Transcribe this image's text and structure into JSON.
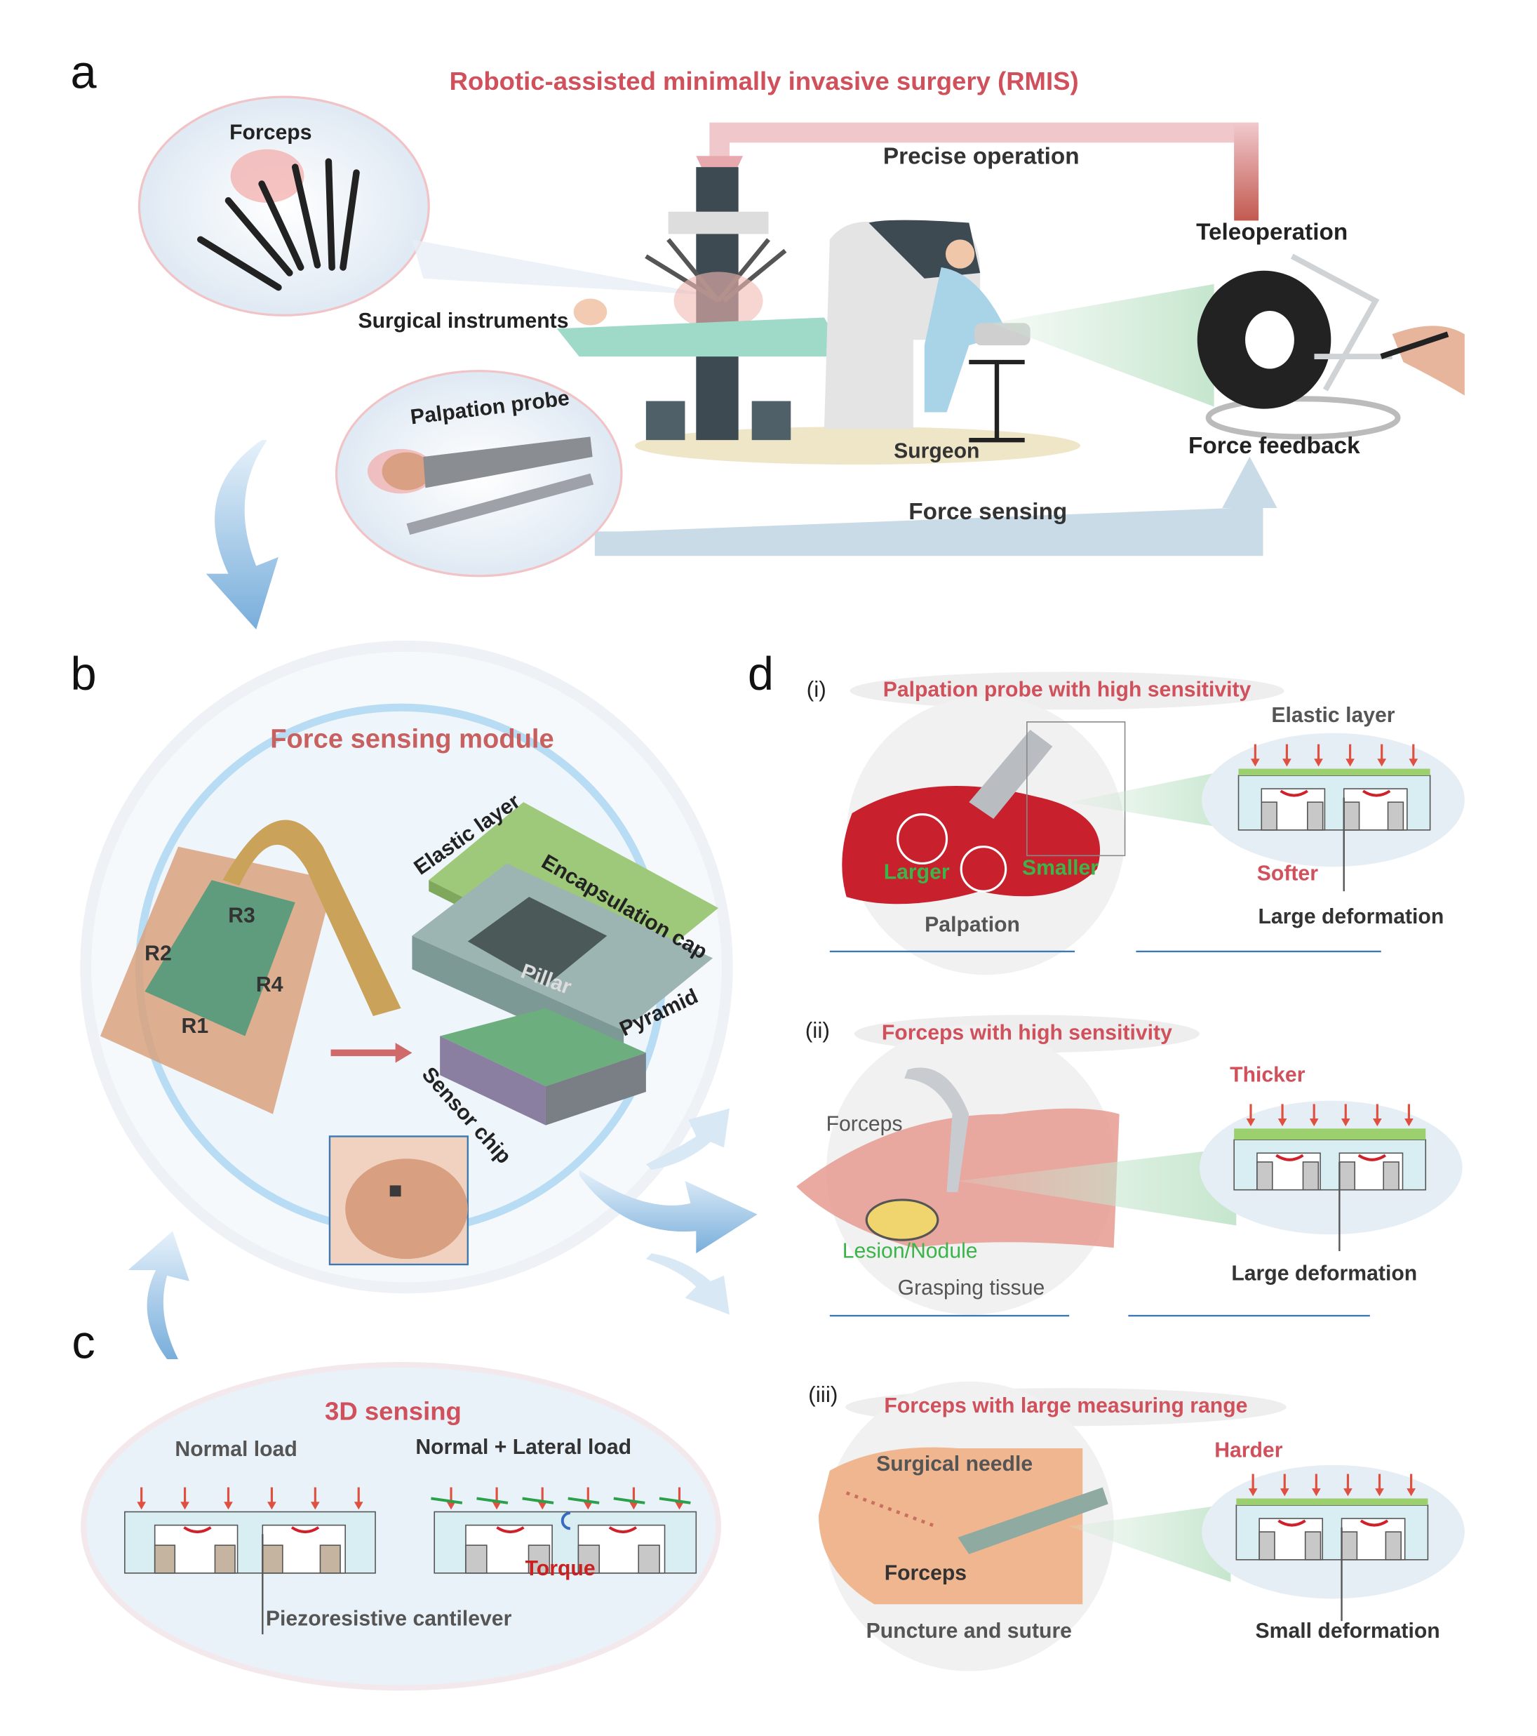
{
  "colors": {
    "accent_red": "#d0505c",
    "label_green": "#3bb54a",
    "arrow_blue": "#7fb3dd",
    "bracket_pink": "#f0c8cc",
    "bracket_blue": "#c9dbe6"
  },
  "panel_a": {
    "label": "a",
    "title": "Robotic-assisted minimally invasive surgery (RMIS)",
    "forceps": "Forceps",
    "surgical_instruments": "Surgical instruments",
    "palpation_probe": "Palpation probe",
    "precise_operation": "Precise operation",
    "teleoperation": "Teleoperation",
    "surgeon": "Surgeon",
    "force_feedback": "Force feedback",
    "force_sensing": "Force sensing"
  },
  "panel_b": {
    "label": "b",
    "title": "Force sensing module",
    "elastic_layer": "Elastic layer",
    "encapsulation_cap": "Encapsulation cap",
    "pillar": "Pillar",
    "pyramid": "Pyramid",
    "sensor_chip": "Sensor chip",
    "r1": "R1",
    "r2": "R2",
    "r3": "R3",
    "r4": "R4"
  },
  "panel_c": {
    "label": "c",
    "title": "3D sensing",
    "normal_load": "Normal load",
    "normal_lateral_load": "Normal + Lateral load",
    "torque": "Torque",
    "piezoresistive_cantilever": "Piezoresistive cantilever"
  },
  "panel_d": {
    "label": "d",
    "i": {
      "num": "(i)",
      "title": "Palpation probe with high sensitivity",
      "elastic_layer": "Elastic layer",
      "larger": "Larger",
      "smaller": "Smaller",
      "softer": "Softer",
      "palpation": "Palpation",
      "deformation": "Large deformation"
    },
    "ii": {
      "num": "(ii)",
      "title": "Forceps with high sensitivity",
      "thicker": "Thicker",
      "forceps": "Forceps",
      "lesion": "Lesion/Nodule",
      "grasping": "Grasping tissue",
      "deformation": "Large deformation"
    },
    "iii": {
      "num": "(iii)",
      "title": "Forceps with large measuring range",
      "harder": "Harder",
      "needle": "Surgical needle",
      "forceps": "Forceps",
      "puncture": "Puncture and suture",
      "deformation": "Small deformation"
    }
  }
}
